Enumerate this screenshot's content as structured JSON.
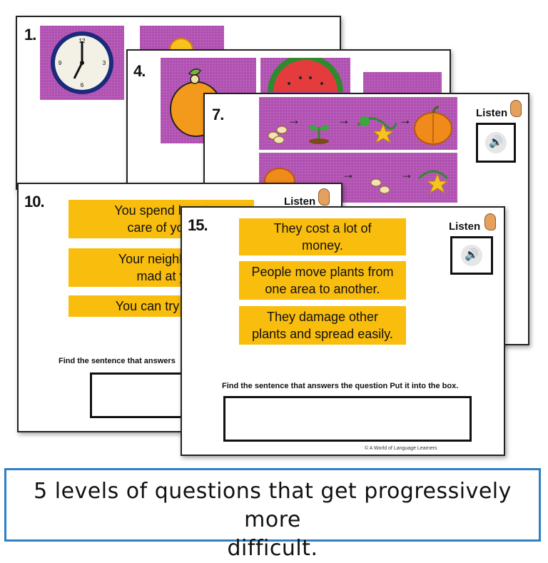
{
  "cards": {
    "card1": {
      "number": "1."
    },
    "card4": {
      "number": "4."
    },
    "card7": {
      "number": "7.",
      "listen_label": "Listen"
    },
    "card10": {
      "number": "10.",
      "listen_label": "Listen",
      "answers": [
        "You spend less t",
        "care of your",
        "Your neighbors",
        "mad at y",
        "You can try som"
      ],
      "instruction": "Find the sentence that answers"
    },
    "card15": {
      "number": "15.",
      "listen_label": "Listen",
      "answers": [
        {
          "line1": "They cost a lot of",
          "line2": "money."
        },
        {
          "line1": "People move plants from",
          "line2": "one area to another."
        },
        {
          "line1": "They damage other",
          "line2": "plants and spread easily."
        }
      ],
      "instruction": "Find the sentence that answers the question Put it into the box.",
      "copyright": "© A World of Language Learners"
    }
  },
  "icons": [
    "clock-icon",
    "sun-icon",
    "pumpkin-icon",
    "watermelon-icon",
    "seeds-icon",
    "sprout-icon",
    "vine-flower-icon",
    "speaker-icon",
    "ear-icon"
  ],
  "colors": {
    "answer_bg": "#f9bd0d",
    "picture_bg": "#b04fb1",
    "footer_border": "#2f7fc2"
  },
  "footer": {
    "line1": "5 levels of questions that get progressively more",
    "line2": "difficult."
  }
}
